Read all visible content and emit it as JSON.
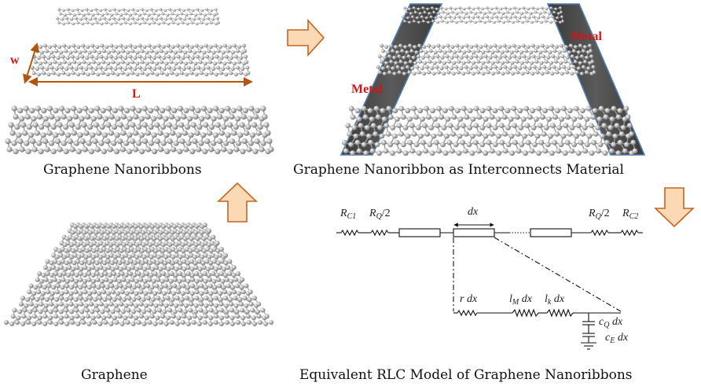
{
  "captions": {
    "graphene_nanoribbons": "Graphene Nanoribbons",
    "graphene": "Graphene",
    "interconnect": "Graphene Nanoribbon as Interconnects Material",
    "rlc_model": "Equivalent RLC Model of Graphene Nanoribbons"
  },
  "dimensions": {
    "width": "w",
    "length": "L"
  },
  "metal_labels": {
    "left": "Metal",
    "right": "Metal"
  },
  "circuit": {
    "rc1": "R",
    "rc1_sub": "C1",
    "rq_left": "R",
    "rq_left_sub": "Q",
    "rq_left_tail": "/2",
    "rq_right": "R",
    "rq_right_sub": "Q",
    "rq_right_tail": "/2",
    "rc2": "R",
    "rc2_sub": "C2",
    "dx": "dx",
    "r_dx": "r dx",
    "lm": "l",
    "lm_sub": "M",
    "lm_tail": " dx",
    "lk": "l",
    "lk_sub": "k",
    "lk_tail": " dx",
    "cq": "c",
    "cq_sub": "Q",
    "cq_tail": " dx",
    "ce": "c",
    "ce_sub": "E",
    "ce_tail": " dx"
  },
  "colors": {
    "arrow_fill": "#fbd9b4",
    "arrow_stroke": "#c8641e",
    "metal": "#4a4a4a",
    "metal_edge": "#4f7db3",
    "label_red": "#d01616",
    "atom": "#9a9a9a"
  }
}
